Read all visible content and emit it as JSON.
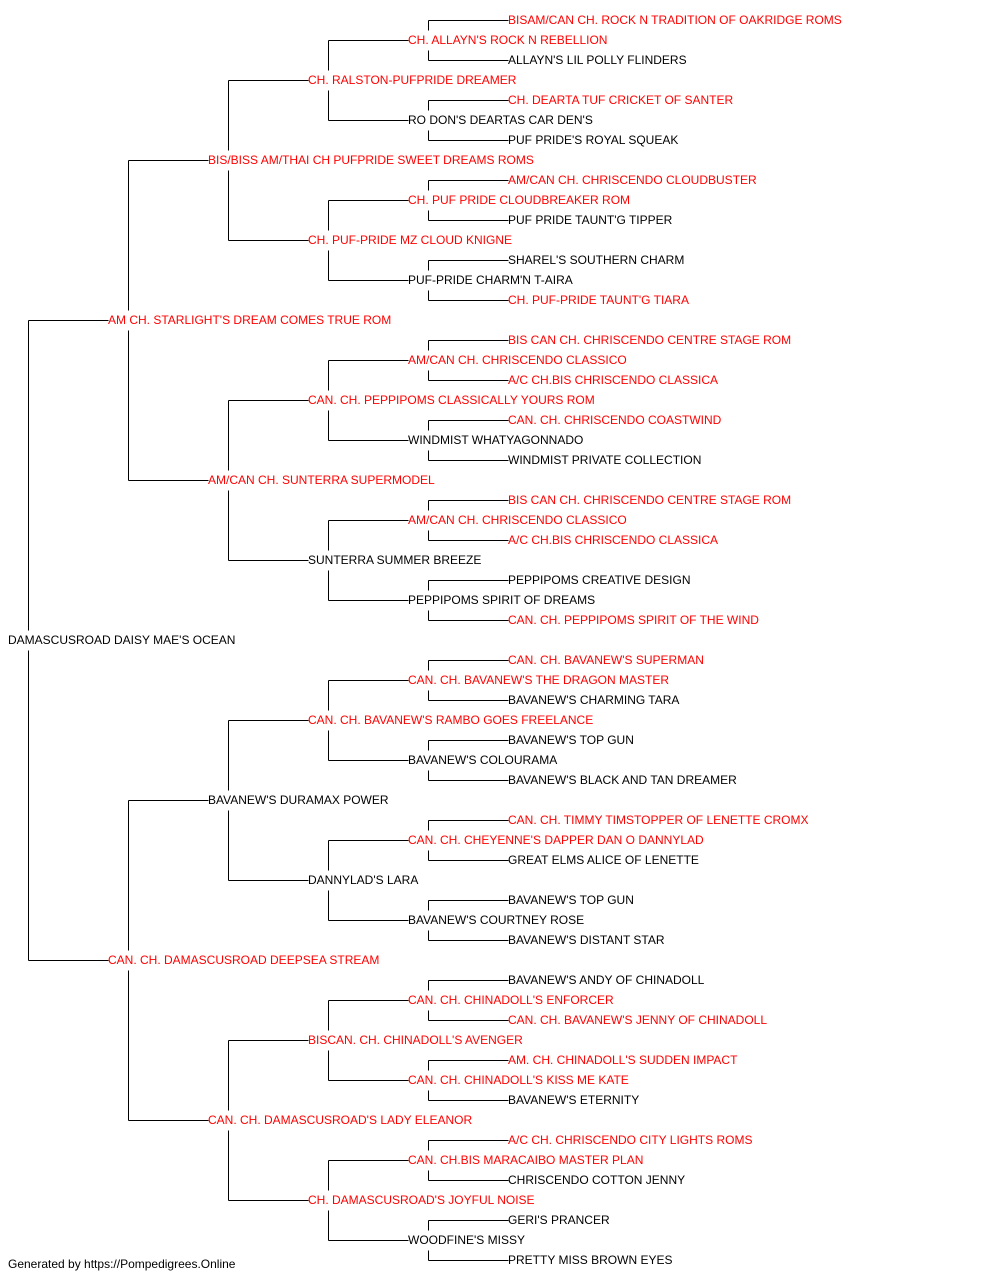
{
  "colors": {
    "champion": "#ff0000",
    "normal": "#000000",
    "line": "#000000"
  },
  "pedigree": {
    "name": "DAMASCUSROAD DAISY MAE'S OCEAN",
    "champion": false,
    "sire": {
      "name": "AM CH. STARLIGHT'S DREAM COMES TRUE ROM",
      "champion": true,
      "sire": {
        "name": "BIS/BISS AM/THAI CH PUFPRIDE SWEET DREAMS ROMS",
        "champion": true,
        "sire": {
          "name": "CH. RALSTON-PUFPRIDE DREAMER",
          "champion": true,
          "sire": {
            "name": "CH. ALLAYN'S ROCK N REBELLION",
            "champion": true,
            "sire": {
              "name": "BISAM/CAN CH. ROCK N TRADITION OF OAKRIDGE ROMS",
              "champion": true
            },
            "dam": {
              "name": "ALLAYN'S LIL POLLY FLINDERS",
              "champion": false
            }
          },
          "dam": {
            "name": "RO DON'S DEARTAS CAR DEN'S",
            "champion": false,
            "sire": {
              "name": "CH. DEARTA TUF CRICKET OF SANTER",
              "champion": true
            },
            "dam": {
              "name": "PUF PRIDE'S ROYAL SQUEAK",
              "champion": false
            }
          }
        },
        "dam": {
          "name": "CH. PUF-PRIDE MZ CLOUD KNIGNE",
          "champion": true,
          "sire": {
            "name": "CH. PUF PRIDE CLOUDBREAKER ROM",
            "champion": true,
            "sire": {
              "name": "AM/CAN CH. CHRISCENDO CLOUDBUSTER",
              "champion": true
            },
            "dam": {
              "name": "PUF PRIDE TAUNT'G TIPPER",
              "champion": false
            }
          },
          "dam": {
            "name": "PUF-PRIDE CHARM'N T-AIRA",
            "champion": false,
            "sire": {
              "name": "SHAREL'S SOUTHERN CHARM",
              "champion": false
            },
            "dam": {
              "name": "CH. PUF-PRIDE TAUNT'G TIARA",
              "champion": true
            }
          }
        }
      },
      "dam": {
        "name": "AM/CAN CH. SUNTERRA SUPERMODEL",
        "champion": true,
        "sire": {
          "name": "CAN. CH. PEPPIPOMS CLASSICALLY YOURS ROM",
          "champion": true,
          "sire": {
            "name": "AM/CAN CH. CHRISCENDO CLASSICO",
            "champion": true,
            "sire": {
              "name": "BIS CAN CH. CHRISCENDO CENTRE STAGE ROM",
              "champion": true
            },
            "dam": {
              "name": "A/C CH.BIS CHRISCENDO CLASSICA",
              "champion": true
            }
          },
          "dam": {
            "name": "WINDMIST WHATYAGONNADO",
            "champion": false,
            "sire": {
              "name": "CAN. CH. CHRISCENDO COASTWIND",
              "champion": true
            },
            "dam": {
              "name": "WINDMIST PRIVATE COLLECTION",
              "champion": false
            }
          }
        },
        "dam": {
          "name": "SUNTERRA SUMMER BREEZE",
          "champion": false,
          "sire": {
            "name": "AM/CAN CH. CHRISCENDO CLASSICO",
            "champion": true,
            "sire": {
              "name": "BIS CAN CH. CHRISCENDO CENTRE STAGE ROM",
              "champion": true
            },
            "dam": {
              "name": "A/C CH.BIS CHRISCENDO CLASSICA",
              "champion": true
            }
          },
          "dam": {
            "name": "PEPPIPOMS SPIRIT OF DREAMS",
            "champion": false,
            "sire": {
              "name": "PEPPIPOMS CREATIVE DESIGN",
              "champion": false
            },
            "dam": {
              "name": "CAN. CH. PEPPIPOMS SPIRIT OF THE WIND",
              "champion": true
            }
          }
        }
      }
    },
    "dam": {
      "name": "CAN. CH. DAMASCUSROAD DEEPSEA STREAM",
      "champion": true,
      "sire": {
        "name": "BAVANEW'S DURAMAX POWER",
        "champion": false,
        "sire": {
          "name": "CAN. CH. BAVANEW'S RAMBO GOES FREELANCE",
          "champion": true,
          "sire": {
            "name": "CAN. CH. BAVANEW'S THE DRAGON MASTER",
            "champion": true,
            "sire": {
              "name": "CAN. CH. BAVANEW'S SUPERMAN",
              "champion": true
            },
            "dam": {
              "name": "BAVANEW'S CHARMING TARA",
              "champion": false
            }
          },
          "dam": {
            "name": "BAVANEW'S COLOURAMA",
            "champion": false,
            "sire": {
              "name": "BAVANEW'S TOP GUN",
              "champion": false
            },
            "dam": {
              "name": "BAVANEW'S BLACK AND TAN DREAMER",
              "champion": false
            }
          }
        },
        "dam": {
          "name": "DANNYLAD'S LARA",
          "champion": false,
          "sire": {
            "name": "CAN. CH. CHEYENNE'S DAPPER DAN O DANNYLAD",
            "champion": true,
            "sire": {
              "name": "CAN. CH. TIMMY TIMSTOPPER OF LENETTE CROMX",
              "champion": true
            },
            "dam": {
              "name": "GREAT ELMS ALICE OF LENETTE",
              "champion": false
            }
          },
          "dam": {
            "name": "BAVANEW'S COURTNEY ROSE",
            "champion": false,
            "sire": {
              "name": "BAVANEW'S TOP GUN",
              "champion": false
            },
            "dam": {
              "name": "BAVANEW'S DISTANT STAR",
              "champion": false
            }
          }
        }
      },
      "dam": {
        "name": "CAN. CH. DAMASCUSROAD'S LADY ELEANOR",
        "champion": true,
        "sire": {
          "name": "BISCAN. CH. CHINADOLL'S AVENGER",
          "champion": true,
          "sire": {
            "name": "CAN. CH. CHINADOLL'S ENFORCER",
            "champion": true,
            "sire": {
              "name": "BAVANEW'S ANDY OF CHINADOLL",
              "champion": false
            },
            "dam": {
              "name": "CAN. CH. BAVANEW'S JENNY OF CHINADOLL",
              "champion": true
            }
          },
          "dam": {
            "name": "CAN. CH. CHINADOLL'S KISS ME KATE",
            "champion": true,
            "sire": {
              "name": "AM. CH. CHINADOLL'S SUDDEN IMPACT",
              "champion": true
            },
            "dam": {
              "name": "BAVANEW'S ETERNITY",
              "champion": false
            }
          }
        },
        "dam": {
          "name": "CH. DAMASCUSROAD'S JOYFUL NOISE",
          "champion": true,
          "sire": {
            "name": "CAN. CH.BIS MARACAIBO MASTER PLAN",
            "champion": true,
            "sire": {
              "name": "A/C CH. CHRISCENDO CITY LIGHTS ROMS",
              "champion": true
            },
            "dam": {
              "name": "CHRISCENDO COTTON JENNY",
              "champion": false
            }
          },
          "dam": {
            "name": "WOODFINE'S MISSY",
            "champion": false,
            "sire": {
              "name": "GERI'S PRANCER",
              "champion": false
            },
            "dam": {
              "name": "PRETTY MISS BROWN EYES",
              "champion": false
            }
          }
        }
      }
    }
  },
  "footer": {
    "text": "Generated by https://Pompedigrees.Online"
  }
}
